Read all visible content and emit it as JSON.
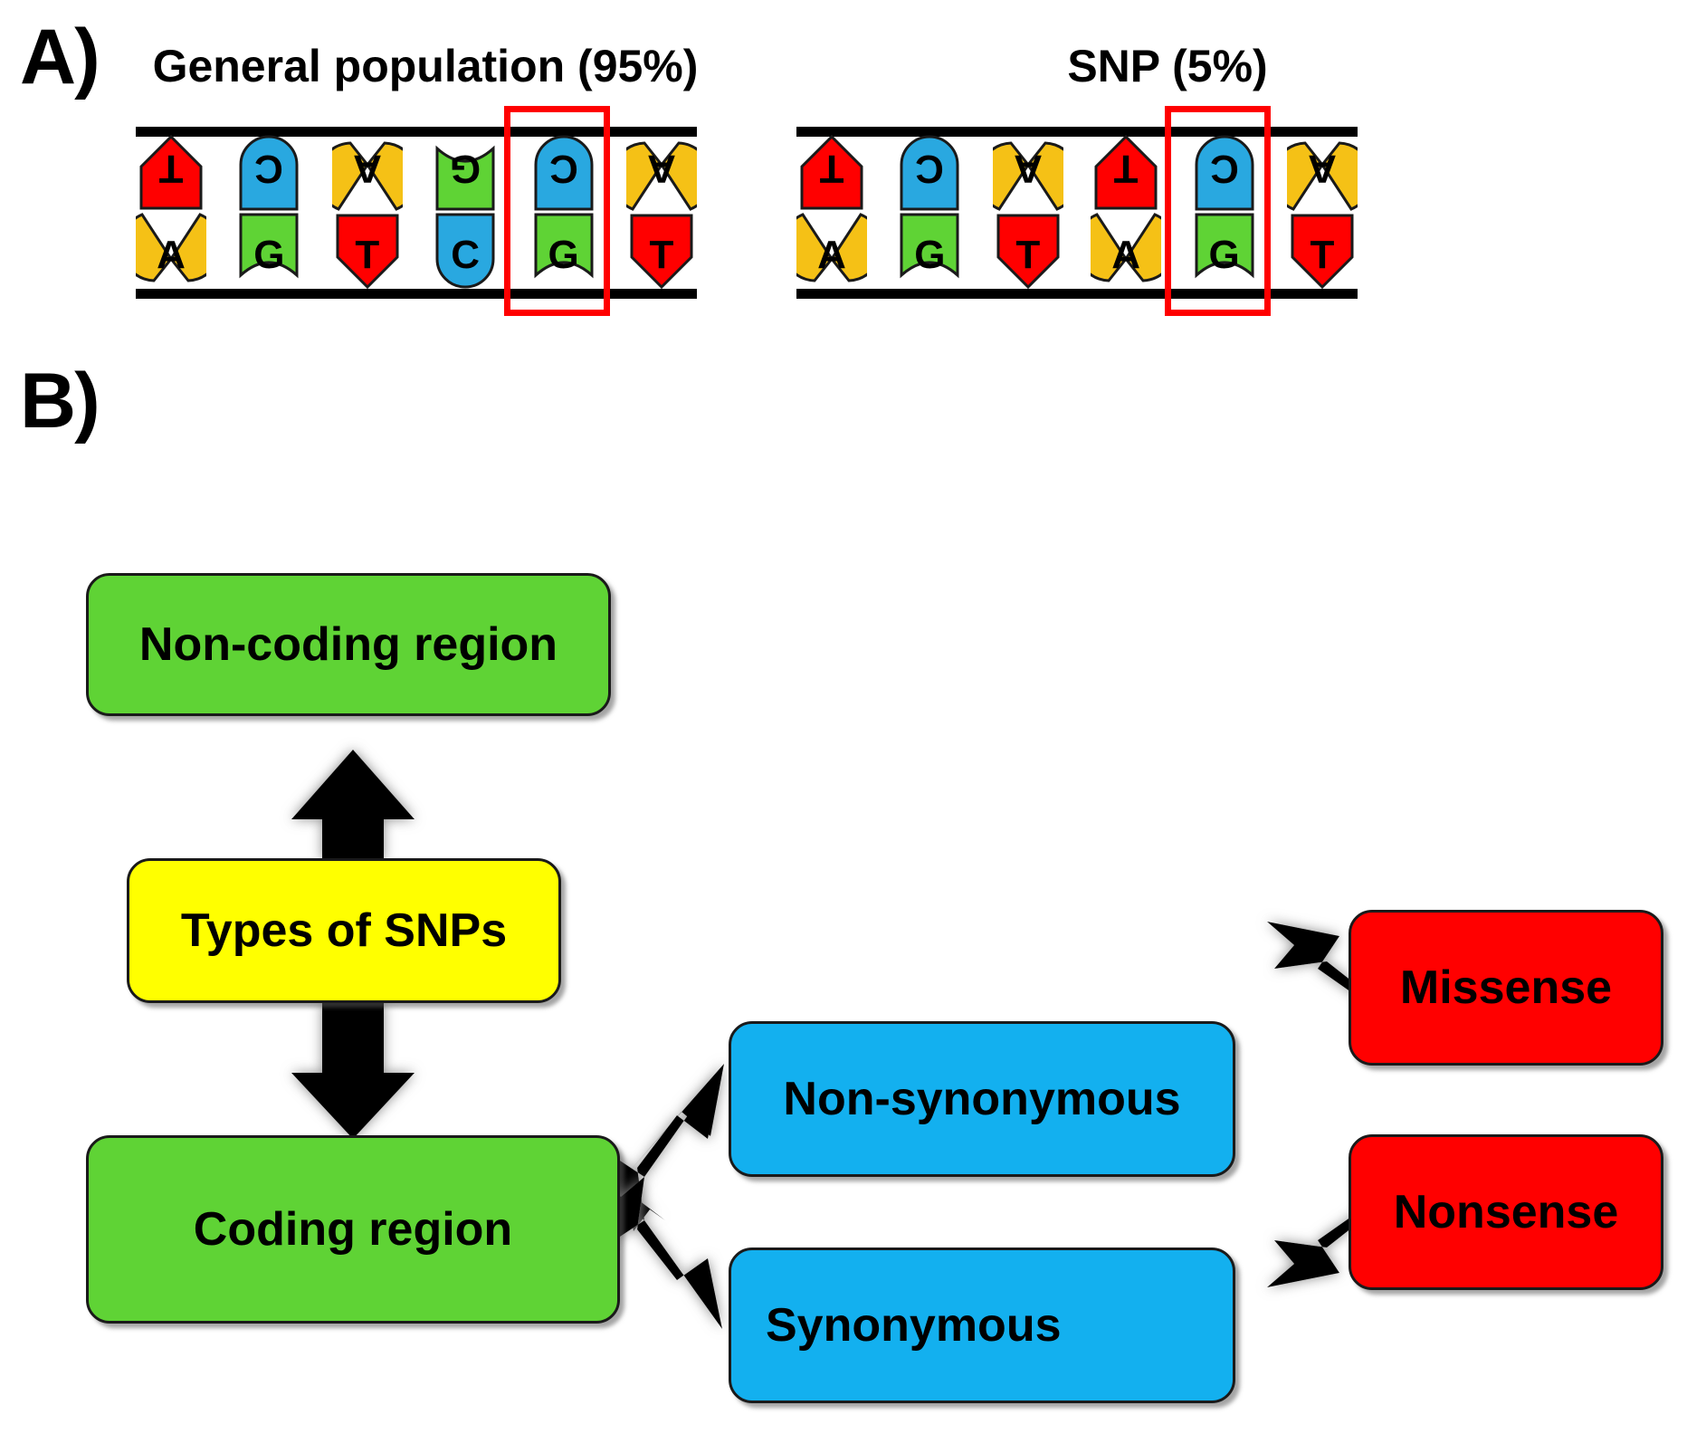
{
  "figure": {
    "panels": [
      {
        "letter": "A)"
      },
      {
        "letter": "B)"
      }
    ]
  },
  "panel_a": {
    "letter": "A)",
    "strands": [
      {
        "id": "general",
        "title": "General population (95%)",
        "top_sequence": [
          "T",
          "C",
          "A",
          "G",
          "C",
          "A"
        ],
        "bottom_sequence": [
          "A",
          "G",
          "T",
          "C",
          "G",
          "T"
        ],
        "highlight_index": 3,
        "highlight_pair": "G-C"
      },
      {
        "id": "snp",
        "title": "SNP (5%)",
        "top_sequence": [
          "T",
          "C",
          "A",
          "T",
          "C",
          "A"
        ],
        "bottom_sequence": [
          "A",
          "G",
          "T",
          "A",
          "G",
          "T"
        ],
        "highlight_index": 3,
        "highlight_pair": "T-A"
      }
    ],
    "base_colors": {
      "A": "#f5c116",
      "T": "#ff0000",
      "C": "#29a8e0",
      "G": "#5fd335"
    },
    "highlight_color": "#ff0000",
    "backbone_color": "#000000"
  },
  "panel_b": {
    "letter": "B)",
    "nodes": [
      {
        "id": "noncoding",
        "label": "Non-coding region",
        "color": "#5fd335"
      },
      {
        "id": "types",
        "label": "Types of SNPs",
        "color": "#ffff00"
      },
      {
        "id": "coding",
        "label": "Coding region",
        "color": "#5fd335"
      },
      {
        "id": "nonsynonymous",
        "label": "Non-synonymous",
        "color": "#13b0ef"
      },
      {
        "id": "synonymous",
        "label": "Synonymous",
        "color": "#13b0ef"
      },
      {
        "id": "missense",
        "label": "Missense",
        "color": "#ff0000"
      },
      {
        "id": "nonsense",
        "label": "Nonsense",
        "color": "#ff0000"
      }
    ],
    "edges": [
      {
        "from": "types",
        "to": "noncoding",
        "direction": "up"
      },
      {
        "from": "types",
        "to": "coding",
        "direction": "down"
      },
      {
        "from": "coding",
        "to": "nonsynonymous",
        "direction": "up-right"
      },
      {
        "from": "coding",
        "to": "synonymous",
        "direction": "down-right"
      },
      {
        "from": "nonsynonymous",
        "to": "missense",
        "direction": "up-right"
      },
      {
        "from": "nonsynonymous",
        "to": "nonsense",
        "direction": "down-right"
      }
    ],
    "arrow_fill": "#000000",
    "arrow_shadow": "#9a9a9a"
  }
}
